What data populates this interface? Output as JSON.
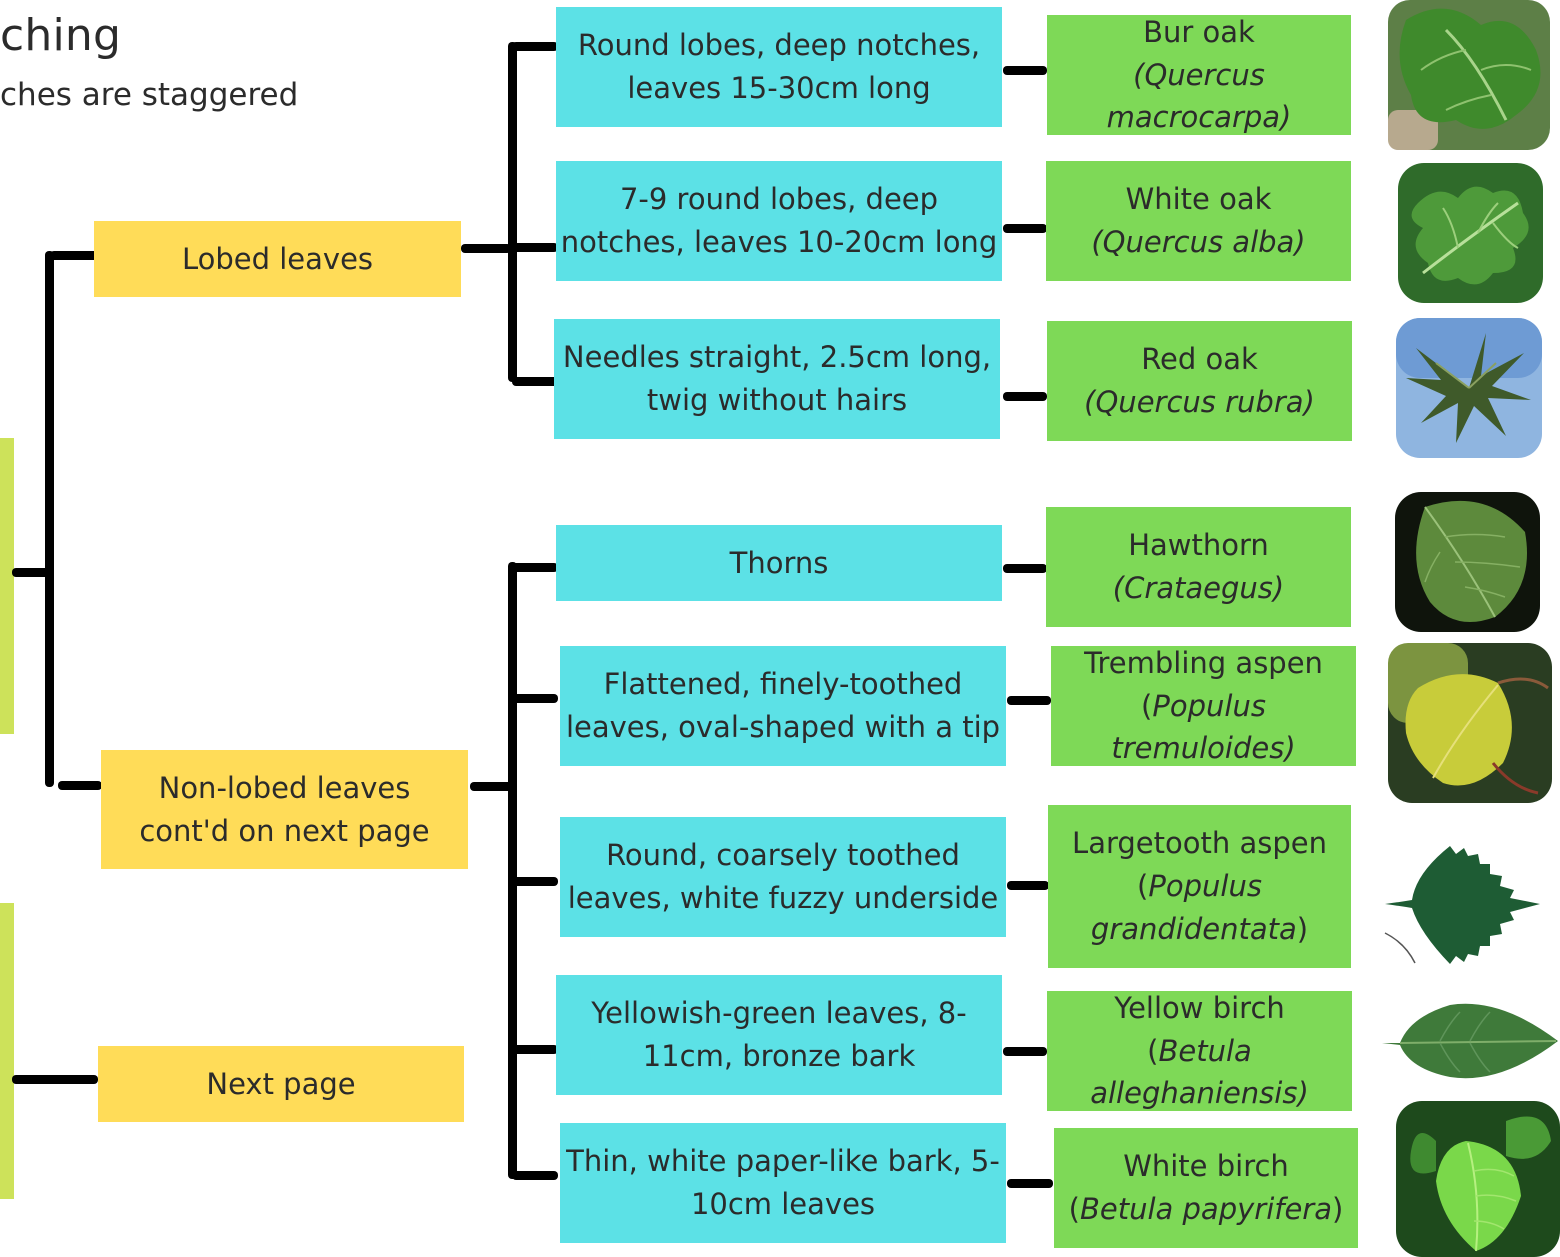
{
  "header": {
    "title": "ching",
    "subtitle": "ches are staggered"
  },
  "branches": [
    {
      "label": "Lobed leaves"
    },
    {
      "line1": "Non-lobed leaves",
      "line2": "cont'd on next page"
    },
    {
      "label": "Next page"
    }
  ],
  "characteristics": [
    {
      "line1": "Round lobes, deep notches,",
      "line2": "leaves 15-30cm long"
    },
    {
      "line1": "7-9 round lobes, deep",
      "line2": "notches, leaves 10-20cm long"
    },
    {
      "line1": "Needles straight, 2.5cm long,",
      "line2": "twig without hairs"
    },
    {
      "line1": "Thorns"
    },
    {
      "line1": "Flattened, finely-toothed",
      "line2": "leaves, oval-shaped with a tip"
    },
    {
      "line1": "Round, coarsely toothed",
      "line2": "leaves, white fuzzy underside"
    },
    {
      "line1": "Yellowish-green leaves, 8-",
      "line2": "11cm, bronze bark"
    },
    {
      "line1": "Thin, white paper-like bark, 5-",
      "line2": "10cm leaves"
    }
  ],
  "species": [
    {
      "common": "Bur oak",
      "scientific": "(Quercus macrocarpa)"
    },
    {
      "common": "White oak",
      "scientific": "(Quercus alba)"
    },
    {
      "common": "Red oak",
      "scientific": "(Quercus rubra)"
    },
    {
      "common": "Hawthorn",
      "scientific": "(Crataegus)"
    },
    {
      "common": "Trembling aspen",
      "open": "(",
      "scientific": "Populus tremuloides)",
      "close": ""
    },
    {
      "common": "Largetooth aspen",
      "open": "(",
      "scientific_line1": "Populus",
      "scientific": "grandidentata",
      "close": ")"
    },
    {
      "common": "Yellow birch",
      "open": "(",
      "scientific": "Betula alleghaniensis)",
      "close": ""
    },
    {
      "common": "White birch",
      "open": "(",
      "scientific": "Betula papyrifera",
      "close": ")"
    }
  ],
  "colors": {
    "branch_box": "#ffdc58",
    "characteristic_box": "#5ce1e6",
    "species_box": "#7ed957",
    "root_box": "#cde25a",
    "connector": "#000000"
  },
  "photos": [
    {
      "subject": "bur oak leaves",
      "icon": "oak-leaf-photo"
    },
    {
      "subject": "white oak leaves",
      "icon": "oak-leaf-photo"
    },
    {
      "subject": "red oak leaves",
      "icon": "oak-leaf-sky-photo"
    },
    {
      "subject": "hawthorn leaf",
      "icon": "leaf-dark-photo"
    },
    {
      "subject": "trembling aspen leaf",
      "icon": "aspen-leaf-photo"
    },
    {
      "subject": "largetooth aspen leaf",
      "icon": "toothed-leaf-photo"
    },
    {
      "subject": "yellow birch leaf",
      "icon": "birch-leaf-photo"
    },
    {
      "subject": "white birch leaves",
      "icon": "birch-leaves-photo"
    }
  ]
}
